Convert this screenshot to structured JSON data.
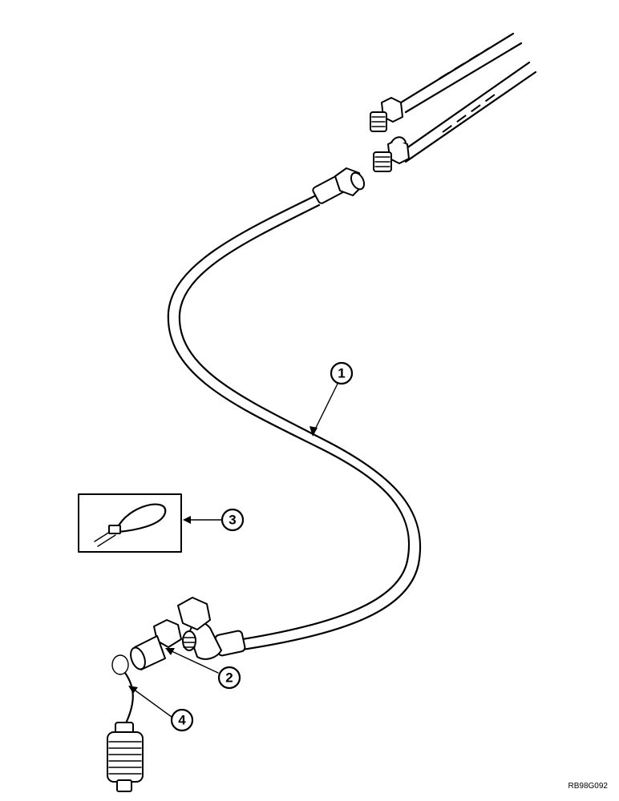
{
  "callouts": [
    {
      "id": "1",
      "label": "1"
    },
    {
      "id": "2",
      "label": "2"
    },
    {
      "id": "3",
      "label": "3"
    },
    {
      "id": "4",
      "label": "4"
    }
  ],
  "reference_code": "RB98G092"
}
